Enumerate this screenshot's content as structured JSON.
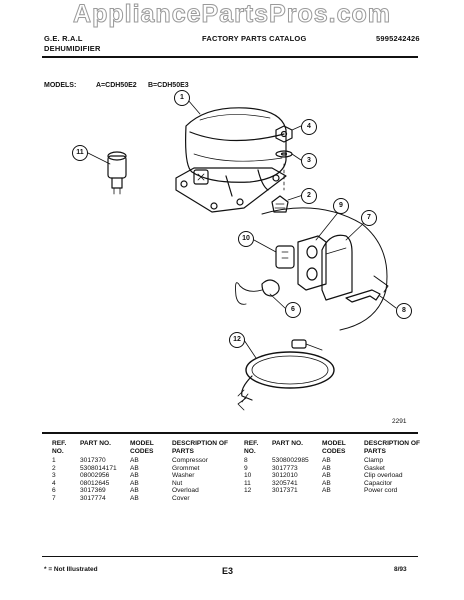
{
  "watermark": "AppliancePartsPros.com",
  "header": {
    "brand": "G.E. R.A.L",
    "product": "DEHUMIDIFIER",
    "catalog_title": "FACTORY PARTS CATALOG",
    "catalog_number": "5995242426"
  },
  "models": {
    "label": "MODELS:",
    "a": "A=CDH50E2",
    "b": "B=CDH50E3"
  },
  "figure": {
    "figure_number": "2291",
    "callouts": [
      "1",
      "2",
      "3",
      "4",
      "6",
      "7",
      "8",
      "9",
      "10",
      "11",
      "12"
    ]
  },
  "table": {
    "headers": {
      "ref": "REF. NO.",
      "part": "PART NO.",
      "codes": "MODEL CODES",
      "desc": "DESCRIPTION OF PARTS"
    },
    "left": [
      {
        "ref": "1",
        "part": "3017370",
        "codes": "AB",
        "desc": "Compressor"
      },
      {
        "ref": "2",
        "part": "5308014171",
        "codes": "AB",
        "desc": "Grommet"
      },
      {
        "ref": "3",
        "part": "08002956",
        "codes": "AB",
        "desc": "Washer"
      },
      {
        "ref": "4",
        "part": "08012645",
        "codes": "AB",
        "desc": "Nut"
      },
      {
        "ref": "6",
        "part": "3017369",
        "codes": "AB",
        "desc": "Overload"
      },
      {
        "ref": "7",
        "part": "3017774",
        "codes": "AB",
        "desc": "Cover"
      }
    ],
    "right": [
      {
        "ref": "8",
        "part": "5308002985",
        "codes": "AB",
        "desc": "Clamp"
      },
      {
        "ref": "9",
        "part": "3017773",
        "codes": "AB",
        "desc": "Gasket"
      },
      {
        "ref": "10",
        "part": "3012010",
        "codes": "AB",
        "desc": "Clip overload"
      },
      {
        "ref": "11",
        "part": "3205741",
        "codes": "AB",
        "desc": "Capacitor"
      },
      {
        "ref": "12",
        "part": "3017371",
        "codes": "AB",
        "desc": "Power cord"
      }
    ]
  },
  "footer": {
    "note": "* = Not Illustrated",
    "page": "E3",
    "date": "8/93"
  }
}
